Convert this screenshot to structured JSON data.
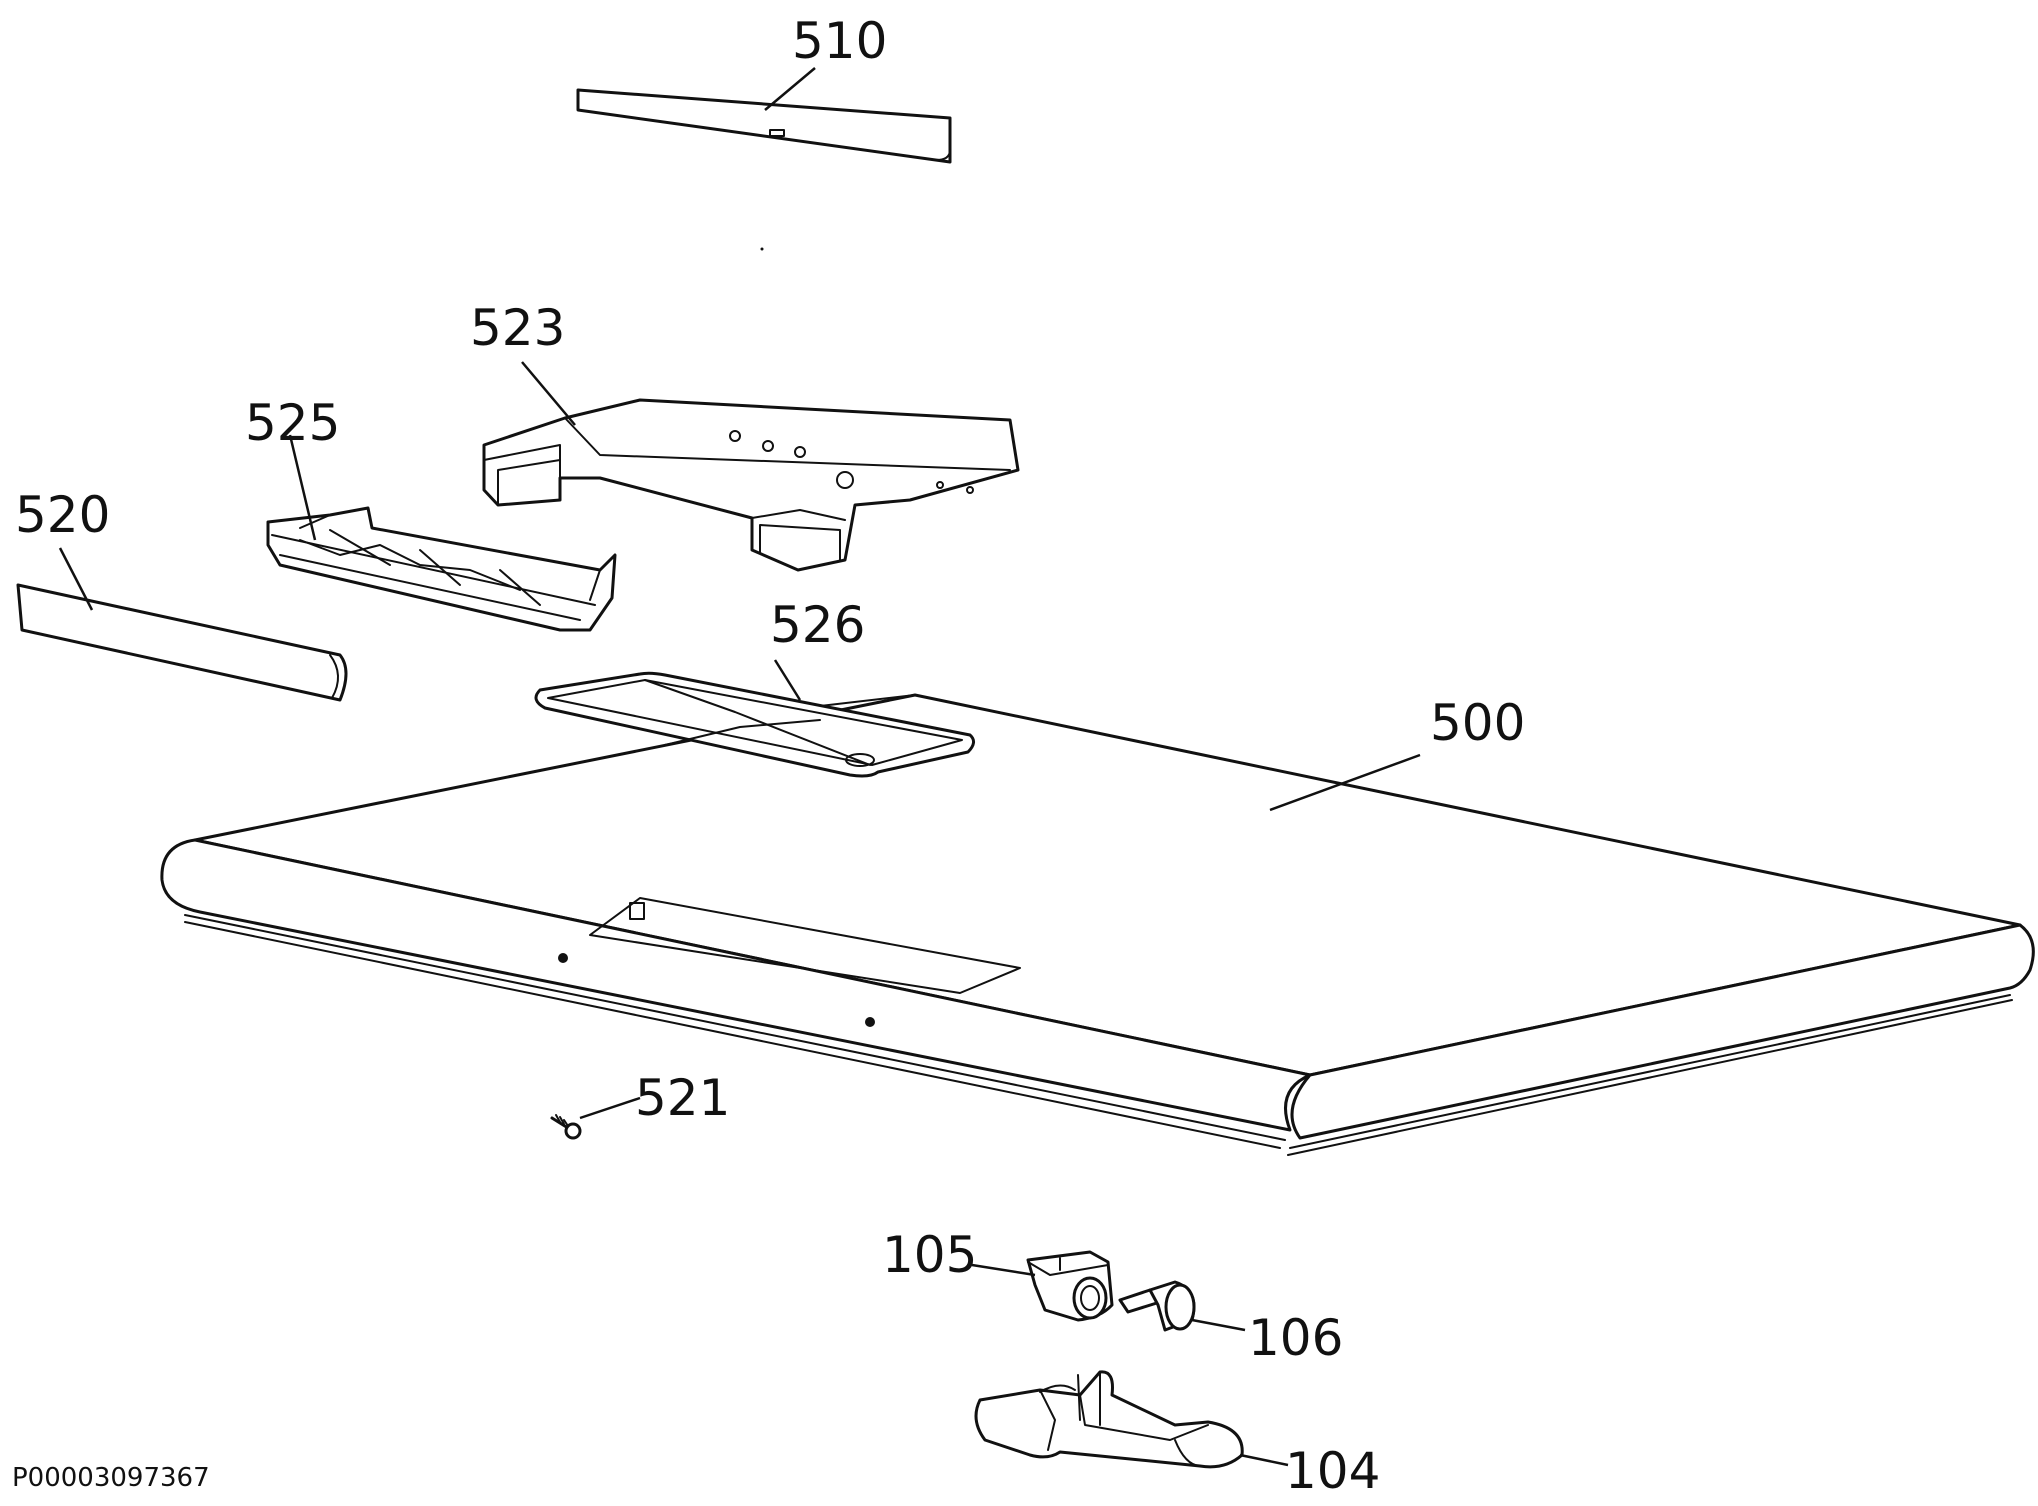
{
  "parts": [
    {
      "id": "p510",
      "label": "510"
    },
    {
      "id": "p523",
      "label": "523"
    },
    {
      "id": "p525",
      "label": "525"
    },
    {
      "id": "p520",
      "label": "520"
    },
    {
      "id": "p526",
      "label": "526"
    },
    {
      "id": "p500",
      "label": "500"
    },
    {
      "id": "p521",
      "label": "521"
    },
    {
      "id": "p105",
      "label": "105"
    },
    {
      "id": "p106",
      "label": "106"
    },
    {
      "id": "p104",
      "label": "104"
    }
  ],
  "document_code": "P00003097367"
}
